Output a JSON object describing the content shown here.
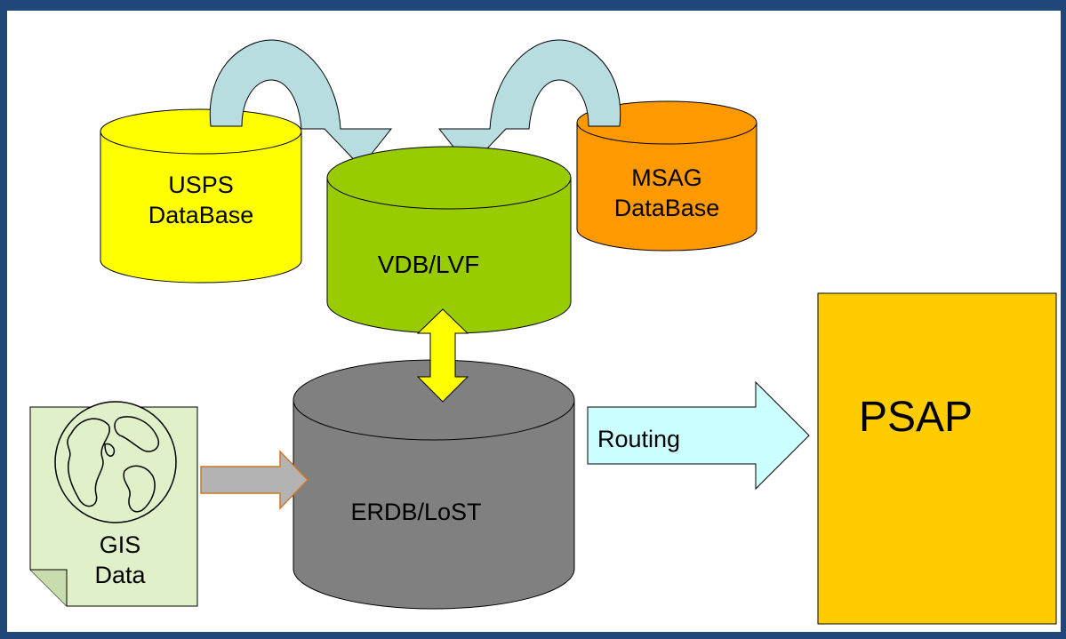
{
  "diagram": {
    "usps_db": {
      "line1": "USPS",
      "line2": "DataBase",
      "color": "#ffff00"
    },
    "msag_db": {
      "line1": "MSAG",
      "line2": "DataBase",
      "color": "#ff9900"
    },
    "vdb_db": {
      "label": "VDB/LVF",
      "color": "#99cc00"
    },
    "erdb_db": {
      "label": "ERDB/LoST",
      "color": "#808080"
    },
    "gis_doc": {
      "line1": "GIS",
      "line2": "Data",
      "color": "#e0f0c8"
    },
    "psap": {
      "label": "PSAP",
      "color": "#ffcc00"
    },
    "routing_arrow": {
      "label": "Routing",
      "color": "#ccffff"
    },
    "curved_arrow_color": "#b8dde0",
    "double_arrow_color": "#ffff00",
    "gis_arrow_color": "#b3b3b3"
  }
}
